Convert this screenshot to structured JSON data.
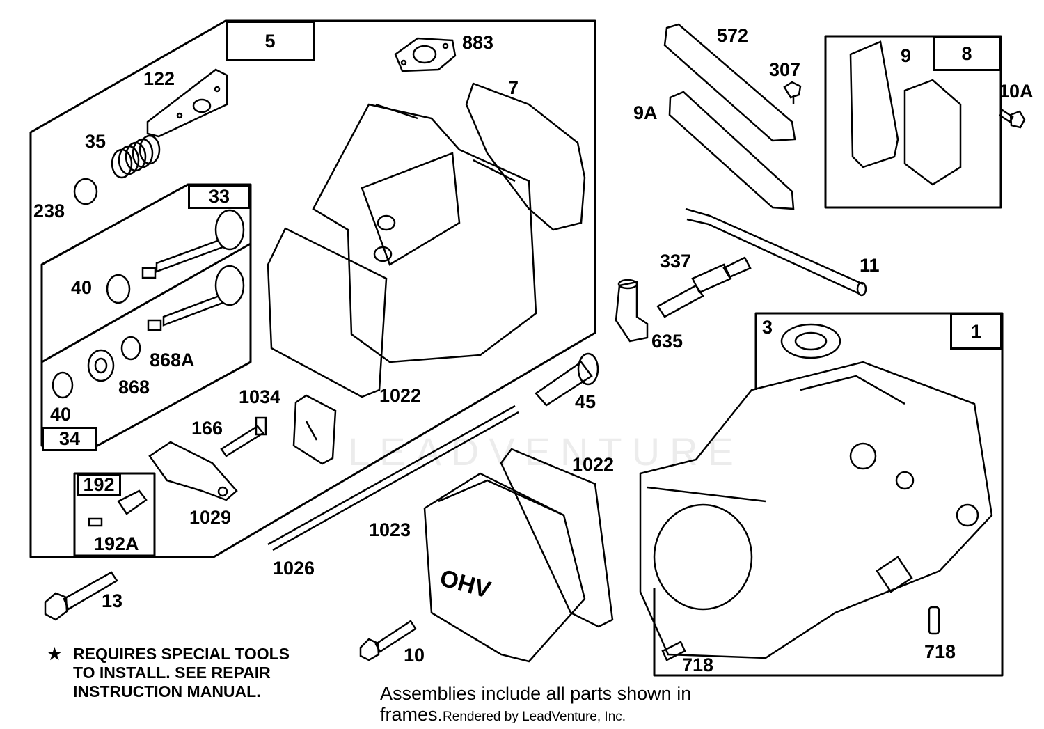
{
  "watermark": "LEADVENTURE",
  "frame_tags": {
    "f5": "5",
    "f33": "33",
    "f34": "34",
    "f192": "192",
    "f8": "8",
    "f1": "1"
  },
  "part_labels": {
    "p883": "883",
    "p122": "122",
    "p7": "7",
    "p35": "35",
    "p238": "238",
    "p40a": "40",
    "p40b": "40",
    "p868A": "868A",
    "p868": "868",
    "p1034": "1034",
    "p1022a": "1022",
    "p166": "166",
    "p1029": "1029",
    "p192A": "192A",
    "p13": "13",
    "p1026": "1026",
    "p1023": "1023",
    "p1022b": "1022",
    "p45": "45",
    "p10": "10",
    "p572": "572",
    "p307": "307",
    "p9A": "9A",
    "p9": "9",
    "p10A": "10A",
    "p11": "11",
    "p337": "337",
    "p635": "635",
    "p3": "3",
    "p718a": "718",
    "p718b": "718"
  },
  "note": {
    "star": "★",
    "line1": "REQUIRES SPECIAL TOOLS",
    "line2": "TO INSTALL.  SEE REPAIR",
    "line3": "INSTRUCTION MANUAL."
  },
  "footer": {
    "line1": "Assemblies include all parts shown in",
    "line2": "frames.",
    "rendered": "Rendered by LeadVenture, Inc."
  }
}
